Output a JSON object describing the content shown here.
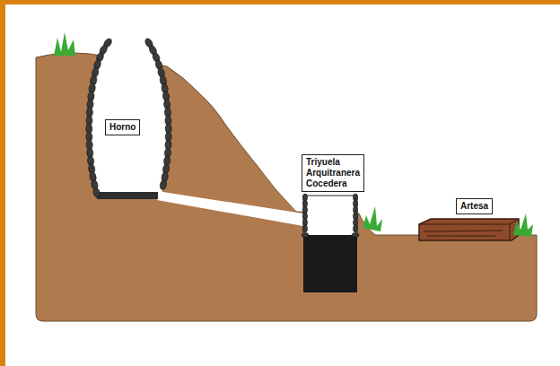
{
  "diagram": {
    "nodes": [
      {
        "text": [
          "Horno"
        ]
      },
      {
        "text": [
          "Triyuela Arquitranera Cocedera"
        ]
      },
      {
        "text": [
          "Artesa"
        ]
      }
    ]
  }
}
